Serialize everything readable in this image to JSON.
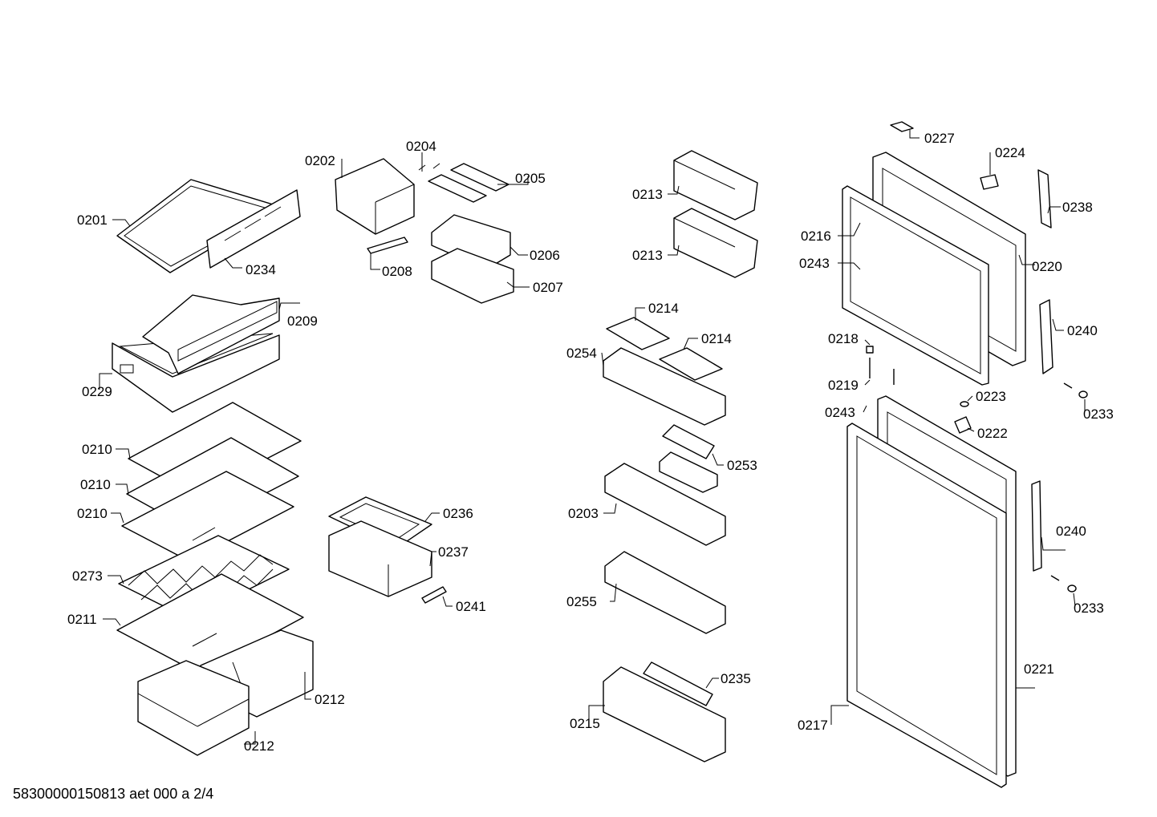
{
  "footer": "58300000150813 aet 000 a 2/4",
  "labels": {
    "l0201": "0201",
    "l0202": "0202",
    "l0203": "0203",
    "l0204": "0204",
    "l0205": "0205",
    "l0206": "0206",
    "l0207": "0207",
    "l0208": "0208",
    "l0209": "0209",
    "l0210a": "0210",
    "l0210b": "0210",
    "l0210c": "0210",
    "l0211": "0211",
    "l0212a": "0212",
    "l0212b": "0212",
    "l0213a": "0213",
    "l0213b": "0213",
    "l0214a": "0214",
    "l0214b": "0214",
    "l0215": "0215",
    "l0216": "0216",
    "l0217": "0217",
    "l0218": "0218",
    "l0219": "0219",
    "l0220": "0220",
    "l0221": "0221",
    "l0222": "0222",
    "l0223": "0223",
    "l0224": "0224",
    "l0227": "0227",
    "l0229": "0229",
    "l0233a": "0233",
    "l0233b": "0233",
    "l0234": "0234",
    "l0235": "0235",
    "l0236": "0236",
    "l0237": "0237",
    "l0238": "0238",
    "l0240a": "0240",
    "l0240b": "0240",
    "l0241": "0241",
    "l0243a": "0243",
    "l0243b": "0243",
    "l0253": "0253",
    "l0254": "0254",
    "l0255": "0255",
    "l0273": "0273"
  }
}
